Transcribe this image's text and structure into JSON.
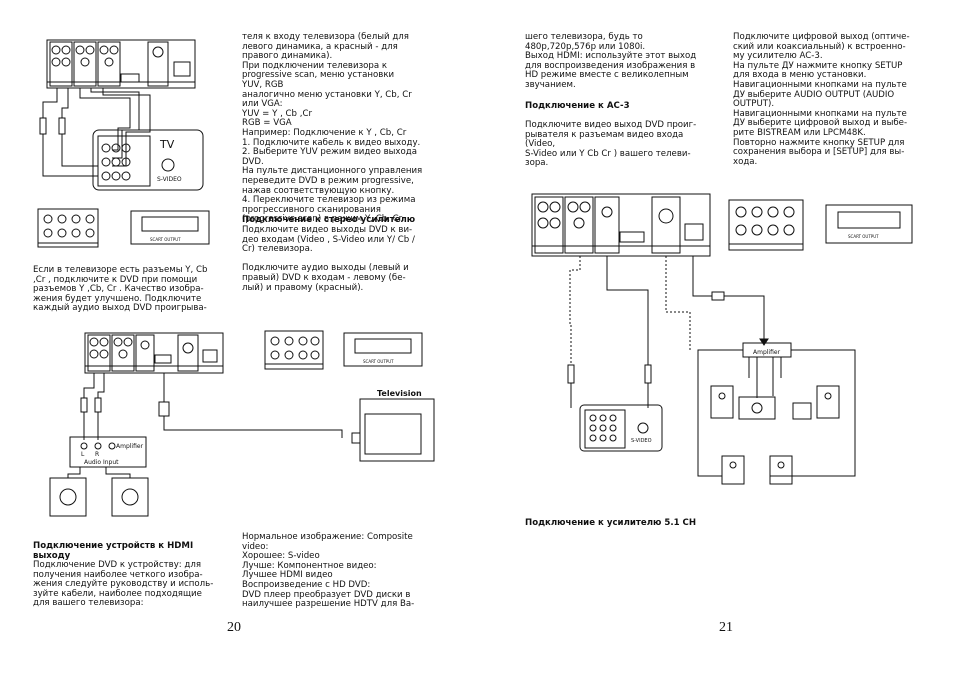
{
  "left_page": {
    "col1_caption": "Если  в телевизоре есть разъемы Y, Cb\n,Cr , подключите к DVD при помощи\nразъемов Y ,Cb, Cr . Качество изобра-\nжения будет улучшено.  Подключите\nкаждый аудио выход DVD проигрыва-",
    "col2_text": "теля к входу телевизора (белый для\nлевого динамика, а красный - для\nправого динамика).\nПри подключении телевизора к\nprogressive scan, меню установки\nYUV, RGB\nаналогично меню установки Y, Cb, Cr\nили VGA:\nYUV = Y , Cb ,Cr\nRGB = VGA\nНапример:  Подключение к Y , Cb, Cr\n1. Подключите кабель к видео выходу.\n2. Выберите YUV режим видео выхода\nDVD.\nНа пульте дистанционного управления\nпереведите DVD в режим progressive,\nнажав соответствующую кнопку.\n4. Переключите телевизор из режима\nпрогрессивного сканирования\n(progressive scan) в режим Y, Cb, Cr.",
    "stereo_heading": "Подключение к стерео усилителю",
    "stereo_text": "Подключите видео выходы DVD к ви-\nдео входам (Video , S-Video или Y/ Cb /\nCr) телевизора.\n\nПодключите аудио выходы (левый и\nправый) DVD к входам - левому (бе-\nлый) и правому (красный).",
    "hdmi_heading": "Подключение устройств к HDMI\nвыходу",
    "hdmi_text": "Подключение DVD к устройству:  для\nполучения наиболее четкого изобра-\nжения следуйте руководству и исполь-\nзуйте кабели, наиболее подходящие\nдля вашего телевизора:",
    "quality_text": "Нормальное изображение: Composite\nvideo:\nХорошее: S-video\nЛучше:  Компонентное видео:\nЛучшее  HDMI видео\nВоспроизведение с HD DVD:\nDVD плеер преобразует DVD диски в\nнаилучшее разрешение HDTV для Ва-",
    "page_number": "20"
  },
  "right_page": {
    "col1_text": "шего телевизора, будь то\n480p,720p,576p или 1080i.\nВыход HDMI: используйте этот выход\nдля воспроизведения изображения в\nHD режиме вместе с великолепным\nзвучанием.",
    "ac3_heading": "Подключение к AC-3",
    "ac3_text": "Подключите видео выход DVD проиг-\nрывателя к разъемам видео входа\n(Video,\n S-Video или Y Cb Cr ) вашего телеви-\nзора.",
    "col2_text": "Подключите цифровой выход (оптиче-\nский или коаксиальный) к встроенно-\nму усилителю AC-3.\nНа пульте ДУ нажмите кнопку SETUP\nдля входа в меню установки.\nНавигационными кнопками на пульте\nДУ выберите AUDIO OUTPUT (AUDIO\nOUTPUT).\nНавигационными кнопками на пульте\nДУ выберите цифровой выход и выбе-\nрите BISTREAM или LPCM48K.\nПовторно нажмите кнопку SETUP для\nсохранения выбора и [SETUP] для вы-\nхода.",
    "caption_51": "Подключение к усилителю 5.1 CH",
    "page_number": "21"
  },
  "diagram_labels": {
    "tv": "TV",
    "svideo": "S-VIDEO",
    "television": "Television",
    "amplifier": "Amplifier",
    "audio_input": "Audio Input",
    "scart": "SCART OUTPUT",
    "l": "L",
    "r": "R"
  }
}
